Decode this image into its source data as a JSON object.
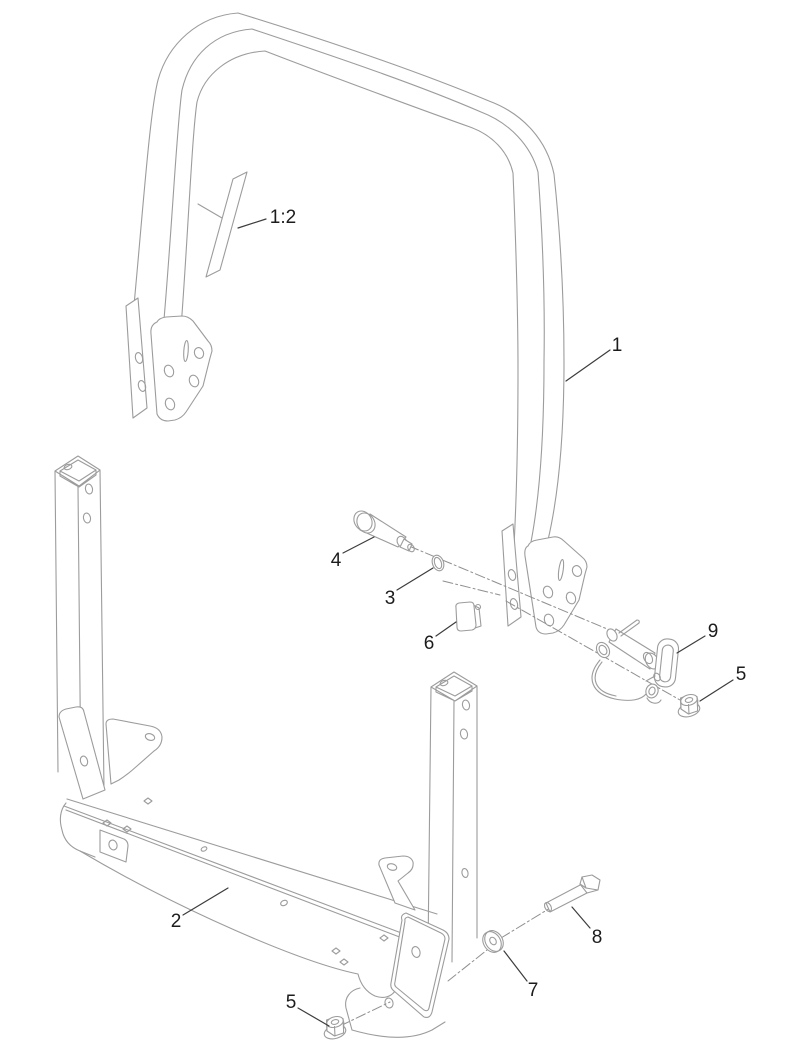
{
  "diagram": {
    "type": "exploded-parts-diagram",
    "background": "#ffffff",
    "line_color": "#9c9c9c",
    "centerline_color": "#8f8f8f",
    "callout_line_color": "#3c3c3c",
    "callout_text_color": "#1c1c1c",
    "callouts": {
      "scale": "1:2",
      "c1": "1",
      "c2": "2",
      "c3": "3",
      "c4": "4",
      "c5_upper": "5",
      "c5_lower": "5",
      "c6": "6",
      "c7": "7",
      "c8": "8",
      "c9": "9"
    }
  }
}
